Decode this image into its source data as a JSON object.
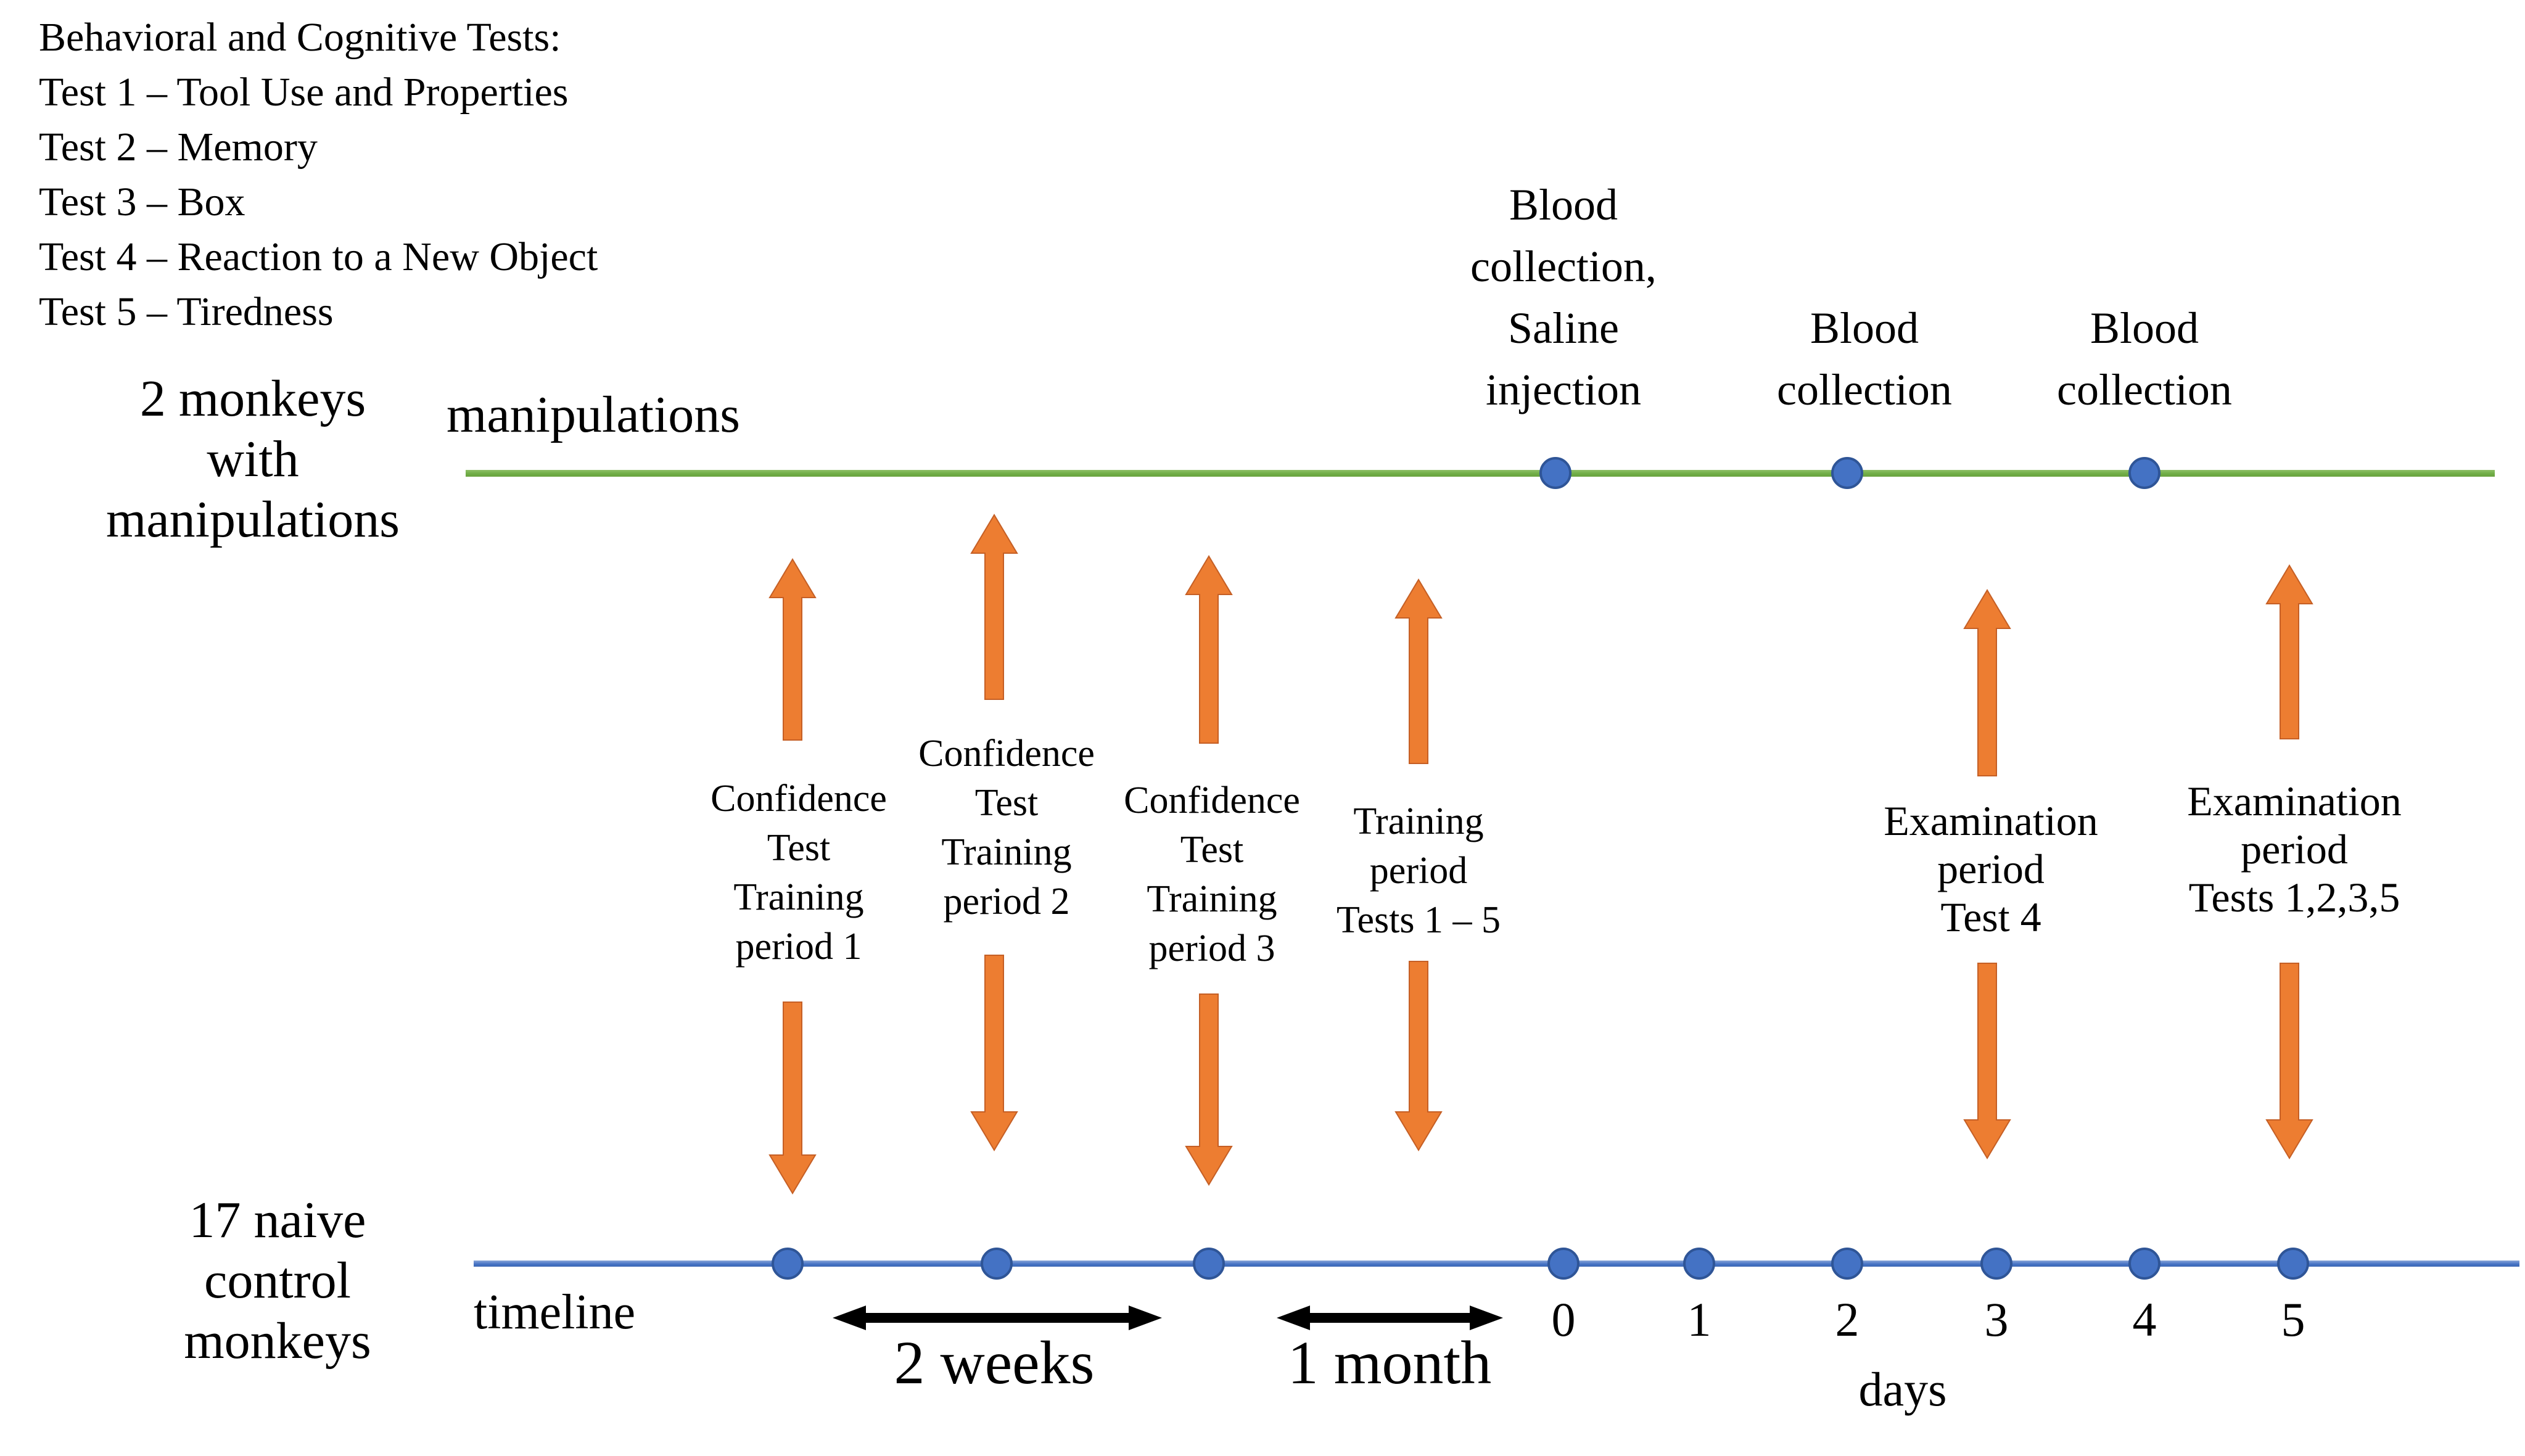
{
  "colors": {
    "manipulated_track": "#70AD47",
    "control_track": "#4472C4",
    "dot_fill": "#4472C4",
    "dot_stroke": "#2F5597",
    "period_arrow_fill": "#ED7D31",
    "period_arrow_stroke": "#C55F25",
    "scale_arrow": "#000000",
    "text": "#000000"
  },
  "legend": {
    "title": "Behavioral and Cognitive Tests:",
    "items": [
      "Test 1 – Tool Use and Properties",
      "Test 2 – Memory",
      "Test 3 – Box",
      "Test 4 – Reaction to a New Object",
      "Test 5 – Tiredness"
    ]
  },
  "manipulated_group": {
    "name_lines": [
      "2 monkeys",
      "with",
      "manipulations"
    ],
    "track_label": "manipulations",
    "events": [
      {
        "lines": [
          "Blood",
          "collection,",
          "Saline",
          "injection"
        ]
      },
      {
        "lines": [
          "Blood",
          "collection"
        ]
      },
      {
        "lines": [
          "Blood",
          "collection"
        ]
      }
    ]
  },
  "control_group": {
    "name_lines": [
      "17 naive",
      "control",
      "monkeys"
    ],
    "track_label": "timeline"
  },
  "periods": [
    {
      "lines": [
        "Confidence",
        "Test",
        "Training",
        "period 1"
      ]
    },
    {
      "lines": [
        "Confidence",
        "Test",
        "Training",
        "period 2"
      ]
    },
    {
      "lines": [
        "Confidence",
        "Test",
        "Training",
        "period 3"
      ]
    },
    {
      "lines": [
        "Training",
        "period",
        "Tests 1 – 5"
      ]
    },
    {
      "lines": [
        "Examination",
        "period",
        "Test 4"
      ]
    },
    {
      "lines": [
        "Examination",
        "period",
        "Tests 1,2,3,5"
      ]
    }
  ],
  "timeline_axis": {
    "day_ticks": [
      "0",
      "1",
      "2",
      "3",
      "4",
      "5"
    ],
    "axis_label": "days",
    "scale_bars": [
      {
        "label": "2 weeks"
      },
      {
        "label": "1 month"
      }
    ]
  }
}
